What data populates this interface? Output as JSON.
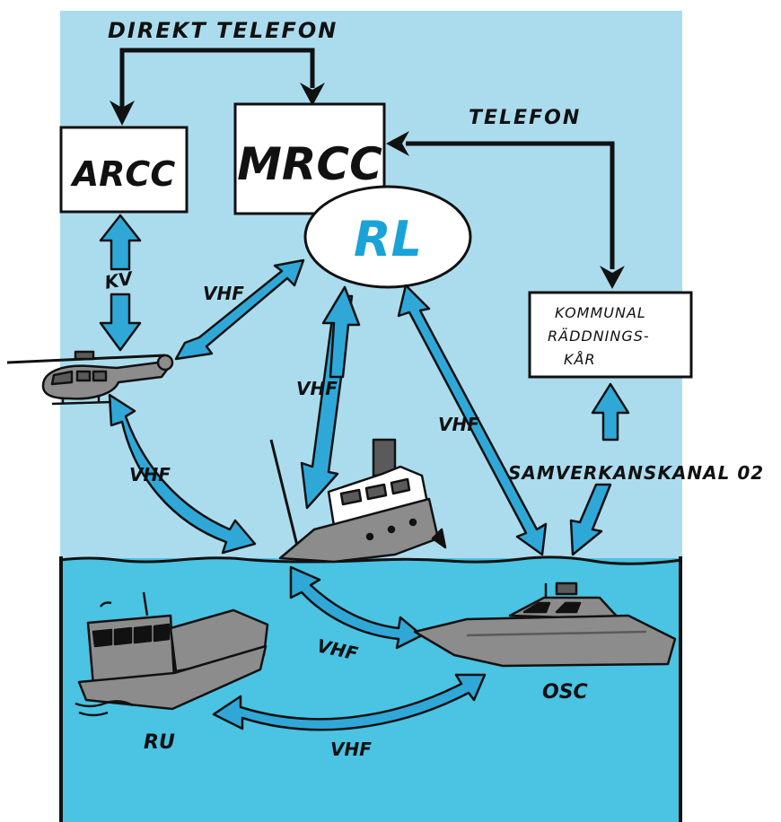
{
  "colors": {
    "sky": "#abdcee",
    "sea": "#4bc3e3",
    "arrow_blue": "#2fa8d8",
    "rl_text": "#1aa3d6",
    "gray": "#8c8c8c",
    "dark_gray": "#5a5a5a",
    "black": "#111111"
  },
  "labels": {
    "direkt_telefon": "DIREKT TELEFON",
    "telefon": "TELEFON",
    "arcc": "ARCC",
    "mrcc": "MRCC",
    "rl": "RL",
    "kommunal_line1": "KOMMUNAL",
    "kommunal_line2": "RÄDDNINGS-",
    "kommunal_line3": "KÅR",
    "kv": "KV",
    "vhf_heli_rl": "VHF",
    "vhf_rl_ship": "VHF",
    "vhf_rl_osc": "VHF",
    "vhf_heli_ship": "VHF",
    "vhf_ship_osc": "VHF",
    "vhf_ru_osc": "VHF",
    "samverkanskanal": "SAMVERKANSKANAL 02",
    "osc": "OSC",
    "ru": "RU"
  },
  "icons": [
    "helicopter-icon",
    "sinking-ship-icon",
    "osc-vessel-icon",
    "rescue-unit-boat-icon"
  ]
}
